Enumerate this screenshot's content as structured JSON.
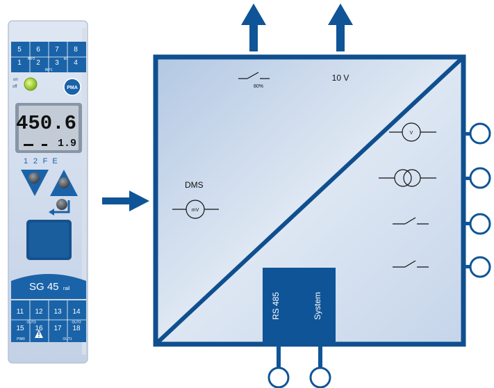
{
  "device": {
    "terminals_top_row1": [
      "5",
      "6",
      "7",
      "8"
    ],
    "terminals_top_row2": [
      "1",
      "2",
      "3",
      "4"
    ],
    "label_inp2": "INP2",
    "label_di1": "di1",
    "label_inp1": "INP1",
    "onoff_on": "on",
    "onoff_off": "off",
    "logo": "PMA",
    "display_main": "450.6",
    "display_sub": "1.9",
    "indicators": [
      "1",
      "2",
      "F",
      "E"
    ],
    "model": "SG 45",
    "model_suffix": "rail",
    "terminals_bottom_row1": [
      "11",
      "12",
      "13",
      "14"
    ],
    "terminals_bottom_row2": [
      "15",
      "16",
      "17",
      "18"
    ],
    "label_out3": "OUT3",
    "label_out2": "OUT2",
    "label_out1": "OUT1",
    "label_pwr": "PWR",
    "colors": {
      "accent": "#0f5497",
      "panel": "#c8d6ea",
      "display": "#b9c3cf"
    }
  },
  "diagram": {
    "switch_label": "80%",
    "supply_label": "10 V",
    "input_label": "DMS",
    "input_meter": "mV",
    "output_meter": "V",
    "bus_ports": [
      "RS 485",
      "System"
    ],
    "colors": {
      "line": "#0f4f8f",
      "fill_top": "#e9f0f8",
      "fill_bottom": "#b3c8e3"
    }
  }
}
